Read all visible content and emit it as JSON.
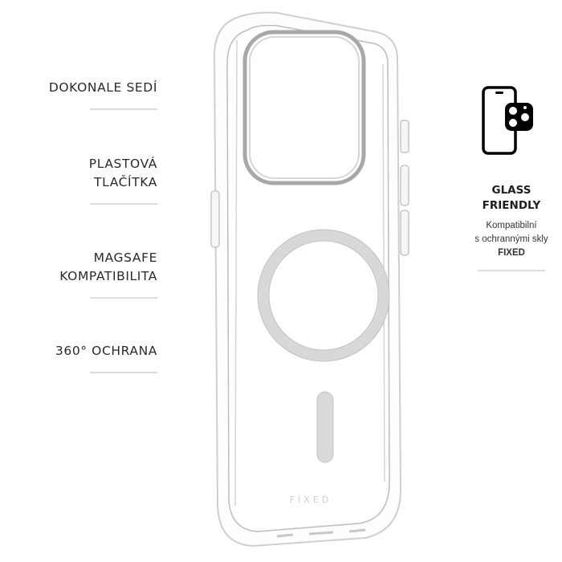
{
  "features": [
    {
      "lines": [
        "DOKONALE SEDÍ"
      ]
    },
    {
      "lines": [
        "PLASTOVÁ",
        "TLAČÍTKA"
      ]
    },
    {
      "lines": [
        "MAGSAFE",
        "KOMPATIBILITA"
      ]
    },
    {
      "lines": [
        "360° OCHRANA"
      ]
    }
  ],
  "side_badge": {
    "icon": "phone-with-camera-protector-icon",
    "title_line1": "GLASS",
    "title_line2": "FRIENDLY",
    "desc_line1": "Kompatibilní",
    "desc_line2": "s ochrannými skly",
    "desc_line3": "FIXED"
  },
  "product": {
    "image": "clear-magsafe-phone-case",
    "brand_mark": "FIXED"
  }
}
